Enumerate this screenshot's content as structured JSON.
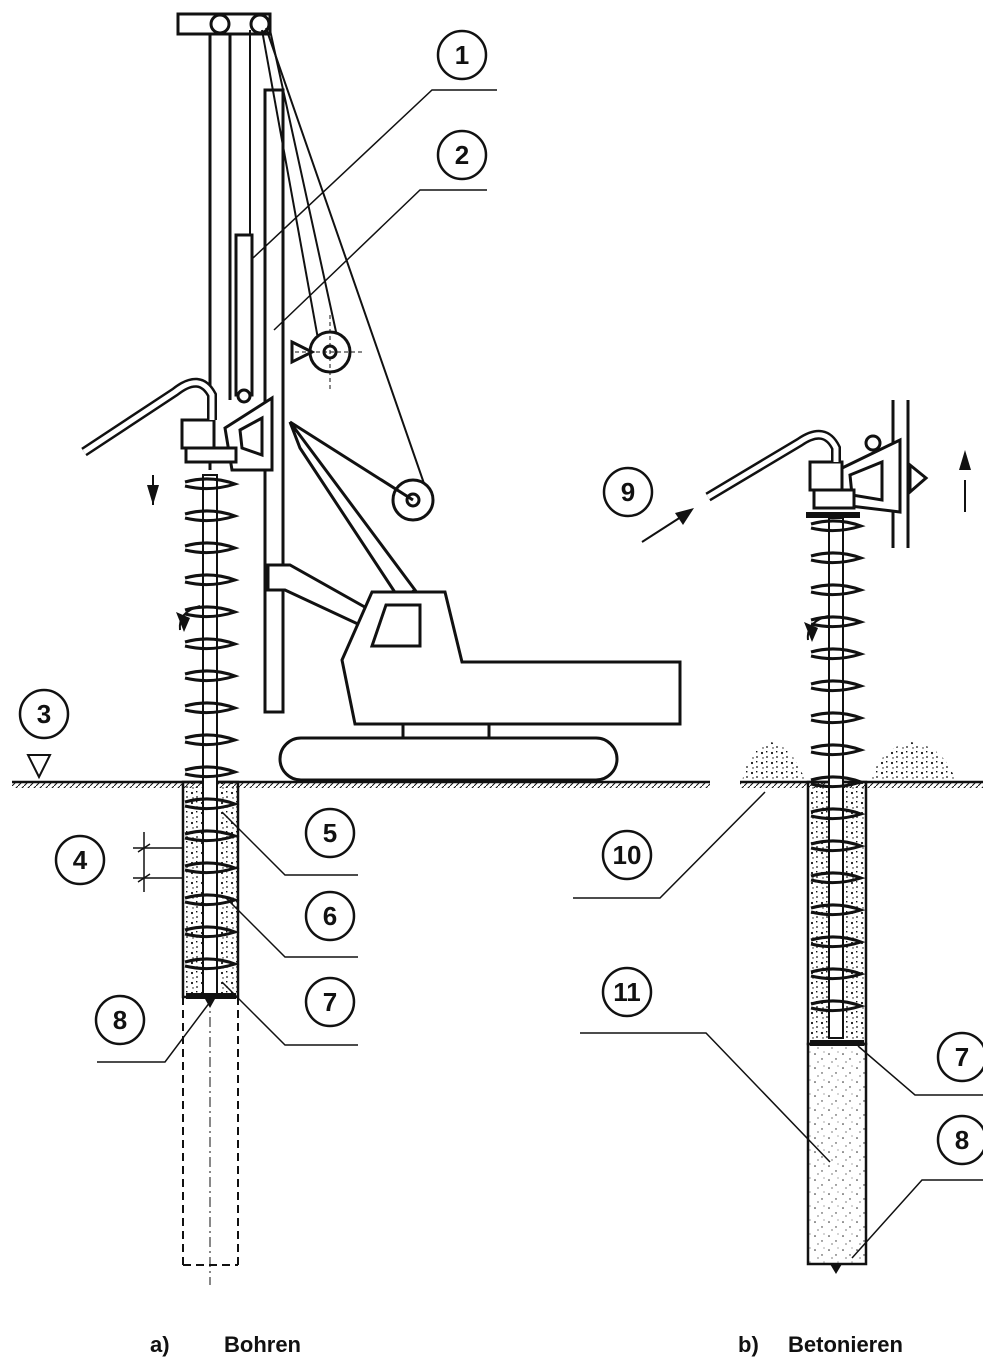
{
  "labels": {
    "n1": "1",
    "n2": "2",
    "n3": "3",
    "n4": "4",
    "n5": "5",
    "n6": "6",
    "n7a": "7",
    "n8a": "8",
    "n9": "9",
    "n10": "10",
    "n11": "11",
    "n7b": "7",
    "n8b": "8"
  },
  "captions": {
    "a_letter": "a)",
    "a_text": "Bohren",
    "b_letter": "b)",
    "b_text": "Betonieren"
  },
  "colors": {
    "ink": "#111111",
    "background": "#ffffff"
  }
}
